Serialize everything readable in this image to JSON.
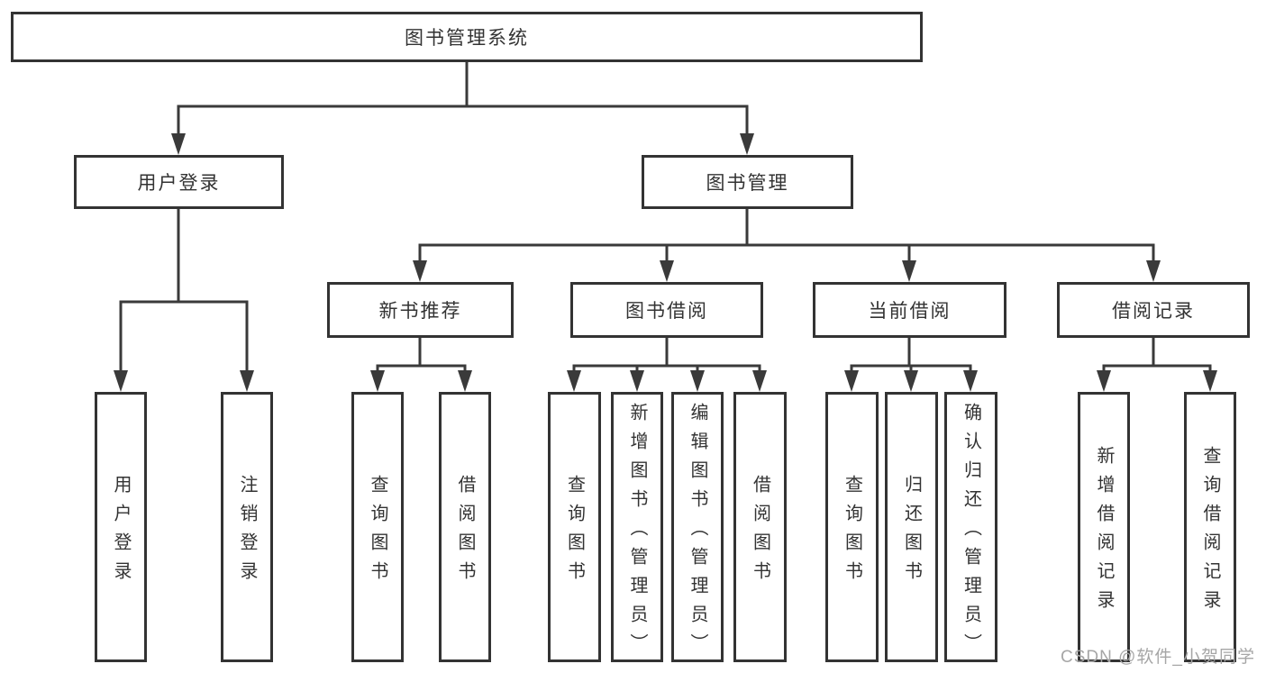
{
  "tree": {
    "root": {
      "label": "图书管理系统"
    },
    "level2": [
      {
        "id": "user-login",
        "label": "用户登录"
      },
      {
        "id": "book-management",
        "label": "图书管理"
      }
    ],
    "level3": [
      {
        "id": "new-book-recommend",
        "parent": "图书管理",
        "label": "新书推荐"
      },
      {
        "id": "book-borrow",
        "parent": "图书管理",
        "label": "图书借阅"
      },
      {
        "id": "current-borrow",
        "parent": "图书管理",
        "label": "当前借阅"
      },
      {
        "id": "borrow-records",
        "parent": "图书管理",
        "label": "借阅记录"
      }
    ],
    "leaves": [
      {
        "parent": "用户登录",
        "label": "用户登录"
      },
      {
        "parent": "用户登录",
        "label": "注销登录"
      },
      {
        "parent": "新书推荐",
        "label": "查询图书"
      },
      {
        "parent": "新书推荐",
        "label": "借阅图书"
      },
      {
        "parent": "图书借阅",
        "label": "查询图书"
      },
      {
        "parent": "图书借阅",
        "label": "新增图书（管理员）"
      },
      {
        "parent": "图书借阅",
        "label": "编辑图书（管理员）"
      },
      {
        "parent": "图书借阅",
        "label": "借阅图书"
      },
      {
        "parent": "当前借阅",
        "label": "查询图书"
      },
      {
        "parent": "当前借阅",
        "label": "归还图书"
      },
      {
        "parent": "当前借阅",
        "label": "确认归还（管理员）"
      },
      {
        "parent": "借阅记录",
        "label": "新增借阅记录"
      },
      {
        "parent": "借阅记录",
        "label": "查询借阅记录"
      }
    ]
  },
  "watermark": {
    "text": "CSDN @软件_小贺同学",
    "color": "#a6a6a6"
  },
  "colors": {
    "line": "#3a3a3a",
    "box_border": "#333333",
    "text": "#333333",
    "background": "#ffffff"
  }
}
